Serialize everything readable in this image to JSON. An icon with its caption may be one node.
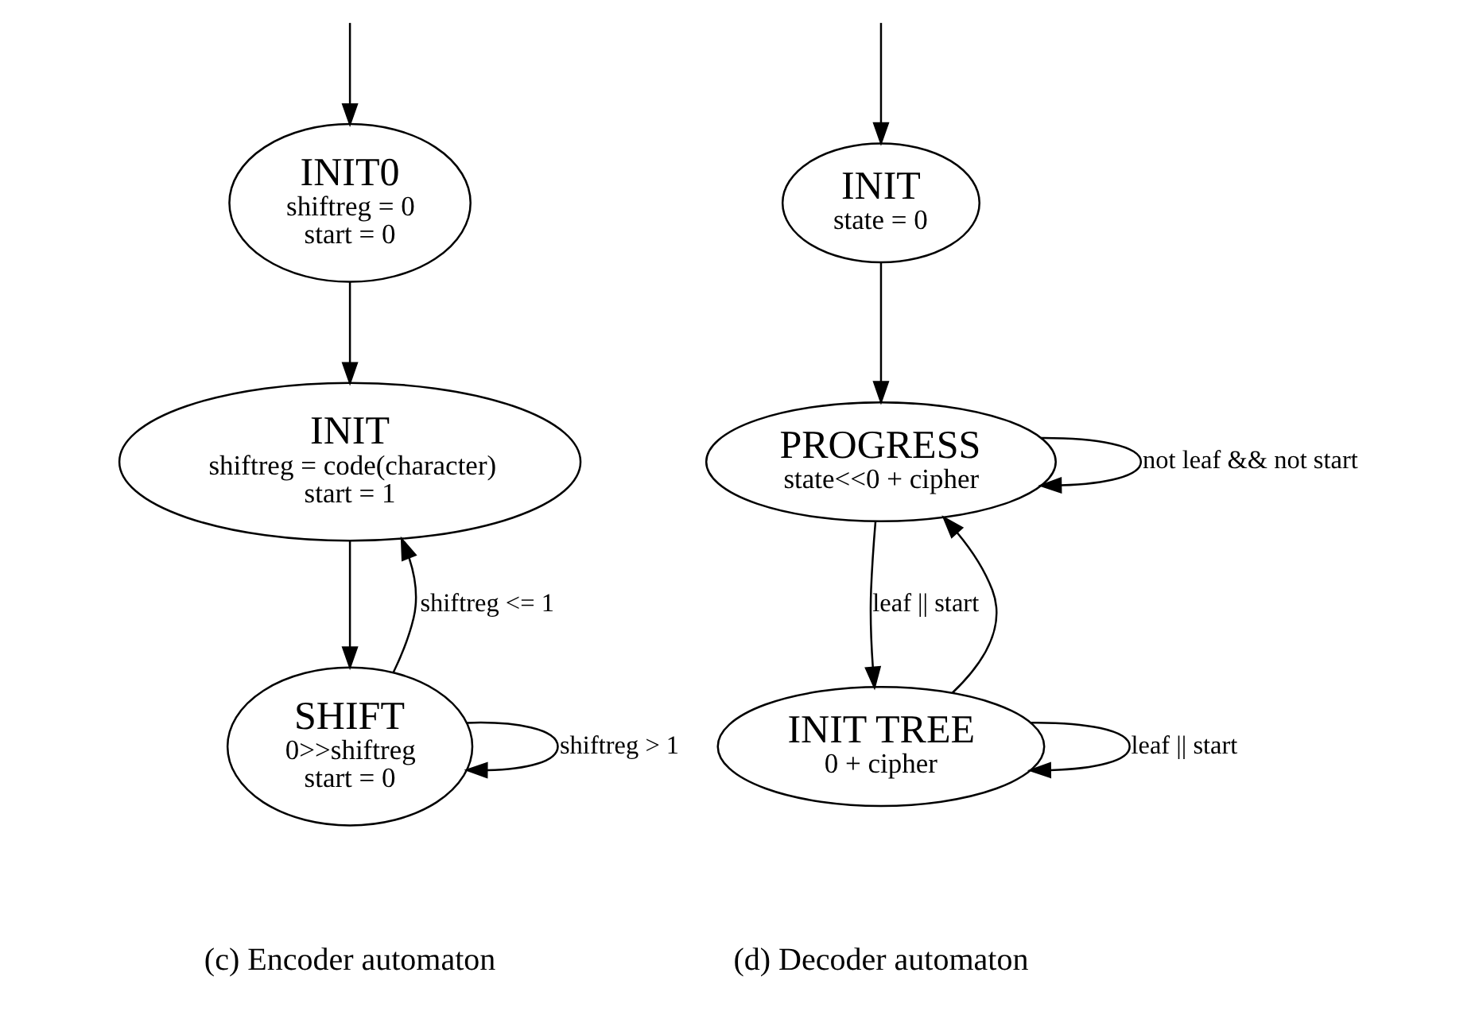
{
  "diagram": {
    "nodes": [
      {
        "text": [
          "INIT0",
          "shiftreg = 0",
          "start = 0"
        ]
      },
      {
        "text": [
          "INIT",
          "shiftreg = code(character)",
          "start = 1"
        ]
      },
      {
        "text": [
          "SHIFT",
          "0>>shiftreg",
          "start = 0"
        ]
      },
      {
        "text": [
          "INIT",
          "state = 0"
        ]
      },
      {
        "text": [
          "PROGRESS",
          "state<<0 + cipher"
        ]
      },
      {
        "text": [
          "INIT TREE",
          "0 + cipher"
        ]
      }
    ],
    "edges": [
      {
        "from": null,
        "to": 0,
        "arrow": "to"
      },
      {
        "from": 0,
        "to": 1,
        "arrow": "to"
      },
      {
        "from": 1,
        "to": 2,
        "arrow": "to"
      },
      {
        "from": 2,
        "to": 1,
        "arrow": "to",
        "label": "shiftreg <= 1"
      },
      {
        "from": 2,
        "to": 2,
        "arrow": "to",
        "label": "shiftreg > 1"
      },
      {
        "from": null,
        "to": 3,
        "arrow": "to"
      },
      {
        "from": 3,
        "to": 4,
        "arrow": "to"
      },
      {
        "from": 4,
        "to": 4,
        "arrow": "to",
        "label": "not leaf && not start"
      },
      {
        "from": 4,
        "to": 5,
        "arrow": "to",
        "label": "leaf || start"
      },
      {
        "from": 5,
        "to": 4,
        "arrow": "to"
      },
      {
        "from": 5,
        "to": 5,
        "arrow": "to",
        "label": "leaf || start"
      }
    ],
    "labels": [
      "(c) Encoder automaton",
      "(d) Decoder automaton"
    ]
  }
}
